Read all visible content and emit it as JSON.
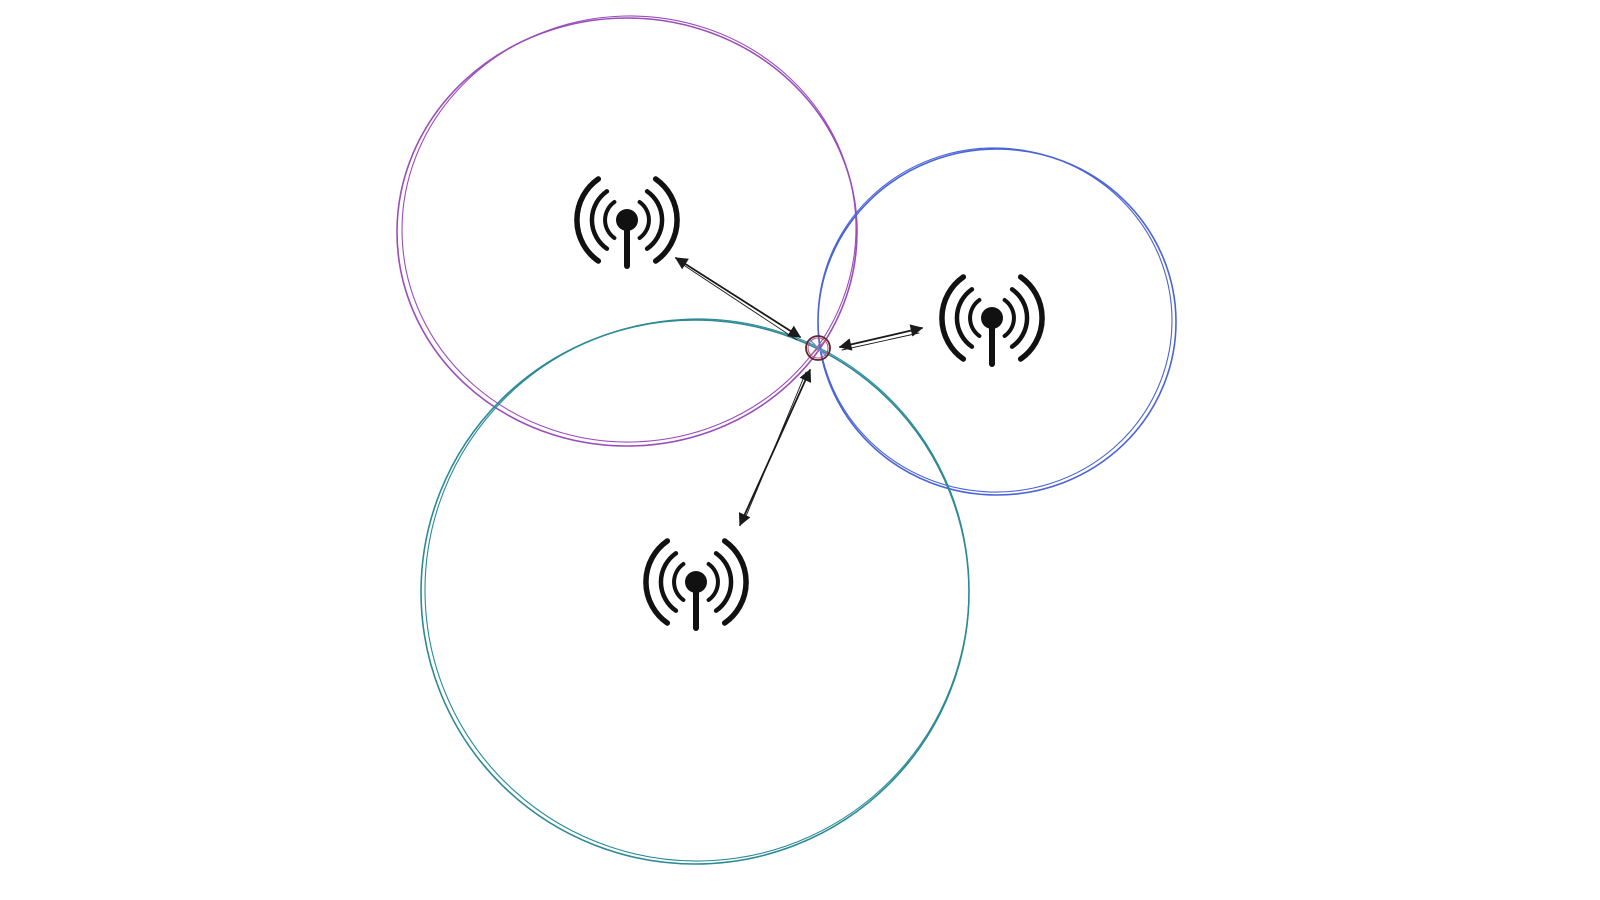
{
  "diagram": {
    "type": "trilateration",
    "circles": [
      {
        "id": "purple",
        "color": "#9b4dbb"
      },
      {
        "id": "blue",
        "color": "#4a63d6"
      },
      {
        "id": "teal",
        "color": "#2b8a96"
      }
    ],
    "antennas": [
      {
        "id": "antenna-top-left",
        "icon": "radio-tower-icon",
        "circle": "purple"
      },
      {
        "id": "antenna-right",
        "icon": "radio-tower-icon",
        "circle": "blue"
      },
      {
        "id": "antenna-bottom",
        "icon": "radio-tower-icon",
        "circle": "teal"
      }
    ],
    "target": {
      "icon": "target-point-icon"
    },
    "arrow_color": "#1a1a1a",
    "icon_color": "#111111"
  }
}
